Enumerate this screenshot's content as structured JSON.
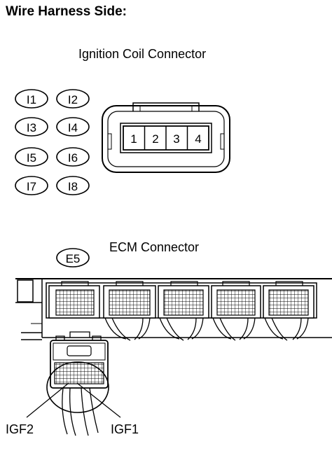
{
  "header": {
    "title": "Wire Harness Side:"
  },
  "ignition": {
    "title": "Ignition Coil Connector",
    "codes": [
      "I1",
      "I2",
      "I3",
      "I4",
      "I5",
      "I6",
      "I7",
      "I8"
    ],
    "pins": [
      "1",
      "2",
      "3",
      "4"
    ]
  },
  "ecm": {
    "code": "E5",
    "title": "ECM Connector",
    "callouts": {
      "left": "IGF2",
      "right": "IGF1"
    }
  }
}
